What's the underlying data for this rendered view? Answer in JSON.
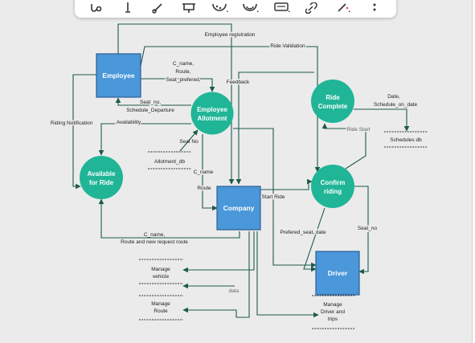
{
  "colors": {
    "process": "#20b597",
    "entity": "#4a97d9",
    "entity_border": "#2d5f96",
    "arrow": "#1d5a4a",
    "background": "#ebebeb"
  },
  "toolbar": {
    "tools": [
      "flow-icon",
      "text-cursor-icon",
      "connector-icon",
      "presentation-icon",
      "palette-icon",
      "emoji-icon",
      "keyboard-icon",
      "link-icon",
      "magic-icon",
      "more-vertical-icon"
    ]
  },
  "entities": {
    "employee": "Employee",
    "company": "Company",
    "driver": "Driver"
  },
  "processes": {
    "employee_allotment": [
      "Employee",
      "Allotment"
    ],
    "available_for_ride": [
      "Available",
      "for Ride"
    ],
    "ride_complete": [
      "Ride",
      "Complete"
    ],
    "confirm_riding": [
      "Confirm",
      "riding"
    ]
  },
  "datastores": {
    "allotment_db": "Allotment_db",
    "schedules_db": "Schedules db",
    "manage_vehicle": [
      "Manage",
      "vehicle"
    ],
    "manage_route": [
      "Manage",
      "Route"
    ],
    "manage_driver": [
      "Manage",
      "Driver and",
      "trips"
    ]
  },
  "labels": {
    "employee_registration": "Employee registration",
    "ride_validation": "Ride Validation",
    "feedback": "Feedback",
    "c_name_route_seat": [
      "C_name,",
      "Route,",
      "Seat_prefered,"
    ],
    "seat_no_schedule": [
      "Seat_no,",
      "Schedule_Departure"
    ],
    "riding_notification": "Riding Notification",
    "availability": "Availability",
    "seat_no": "Seat No",
    "c_name": "C_name",
    "route": "Route",
    "start_ride": "Start Ride",
    "c_name_route_new": [
      "C_name,",
      "Route and new request route"
    ],
    "prefered_seat_date": "Prefered_seat, date",
    "seat_no_lower": "Seat_no",
    "ride_start": "Ride Start",
    "date_schedule": [
      "Date,",
      "Schedule_on_date"
    ],
    "data": "data"
  }
}
